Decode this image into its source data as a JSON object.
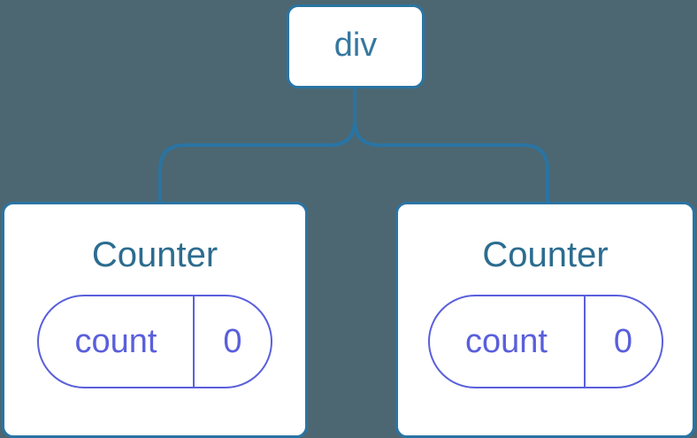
{
  "diagram": {
    "description": "React component tree with shared parent div and two Counter children holding independent state",
    "colors": {
      "background": "#4C6772",
      "edge_stroke": "#2A74A3",
      "node_fill": "#FFFFFF",
      "node_border": "#2A74A3",
      "root_label_text": "#35789F",
      "component_title_text": "#2C6C8F",
      "state_pill_accent": "#5A5FDC"
    },
    "root": {
      "label": "div"
    },
    "children": [
      {
        "title": "Counter",
        "state": {
          "key": "count",
          "value": "0"
        }
      },
      {
        "title": "Counter",
        "state": {
          "key": "count",
          "value": "0"
        }
      }
    ]
  }
}
